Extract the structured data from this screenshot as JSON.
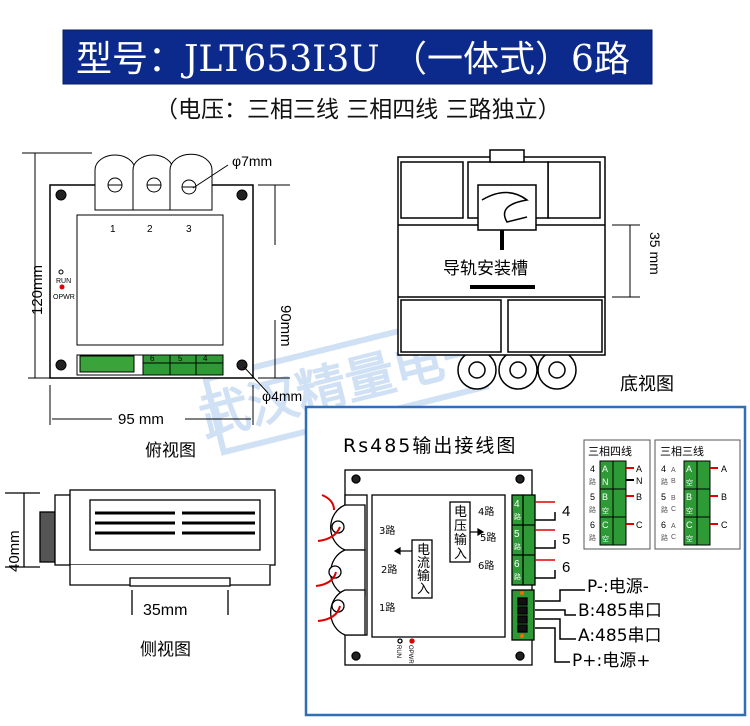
{
  "header": {
    "model_title": "型号：JLT653I3U （一体式）6路",
    "subtitle": "（电压：三相三线  三相四线   三路独立）",
    "bar_color": "#0b2a8c"
  },
  "top_view": {
    "caption": "俯视图",
    "dim_height": "120mm",
    "dim_inner_height": "90mm",
    "dim_width": "95 mm",
    "hole_ct": "φ7mm",
    "hole_mount": "φ4mm",
    "ct_labels": [
      "1",
      "2",
      "3"
    ],
    "led_run": "RUN",
    "led_opwr": "OPWR",
    "terminal_labels": [
      "6",
      "5",
      "4"
    ]
  },
  "bottom_view": {
    "caption": "底视图",
    "rail_label": "导轨安装槽",
    "dim_rail": "35 mm"
  },
  "side_view": {
    "caption": "侧视图",
    "dim_height": "40mm",
    "dim_rail": "35mm"
  },
  "watermark": "武汉精量电子",
  "wiring": {
    "title": "Rs485输出接线图",
    "current_input": [
      "电",
      "流",
      "输",
      "入"
    ],
    "voltage_input": [
      "电",
      "压",
      "输",
      "入"
    ],
    "current_channels": [
      "3路",
      "2路",
      "1路"
    ],
    "voltage_channels": [
      "4路",
      "5路",
      "6路"
    ],
    "terminal_numbers": [
      "4",
      "5",
      "6"
    ],
    "terminal_sub": [
      "路",
      "路",
      "路"
    ],
    "output_labels": [
      "4",
      "5",
      "6"
    ],
    "led_run": "RUN",
    "led_opwr": "OPWR",
    "bus_labels": [
      "P-:电源-",
      "B:485串口",
      "A:485串口",
      "P+:电源+"
    ],
    "accent_color": "#0b6fc2"
  },
  "legend_4wire": {
    "title": "三相四线",
    "rows": [
      {
        "ch": "4",
        "lu": "路",
        "top": "A",
        "bot": "N",
        "w1": "A",
        "w2": "N"
      },
      {
        "ch": "5",
        "lu": "路",
        "top": "B",
        "bot": "空",
        "w1": "B",
        "w2": ""
      },
      {
        "ch": "6",
        "lu": "路",
        "top": "C",
        "bot": "空",
        "w1": "C",
        "w2": ""
      }
    ]
  },
  "legend_3wire": {
    "title": "三相三线",
    "rows": [
      {
        "ch": "4",
        "lu": "路",
        "p1": "A",
        "p2": "B",
        "top": "A",
        "bot": "空",
        "w1": "A"
      },
      {
        "ch": "5",
        "lu": "路",
        "p1": "B",
        "p2": "C",
        "top": "B",
        "bot": "空",
        "w1": "B"
      },
      {
        "ch": "6",
        "lu": "路",
        "p1": "A",
        "p2": "C",
        "top": "C",
        "bot": "空",
        "w1": "C"
      }
    ]
  }
}
